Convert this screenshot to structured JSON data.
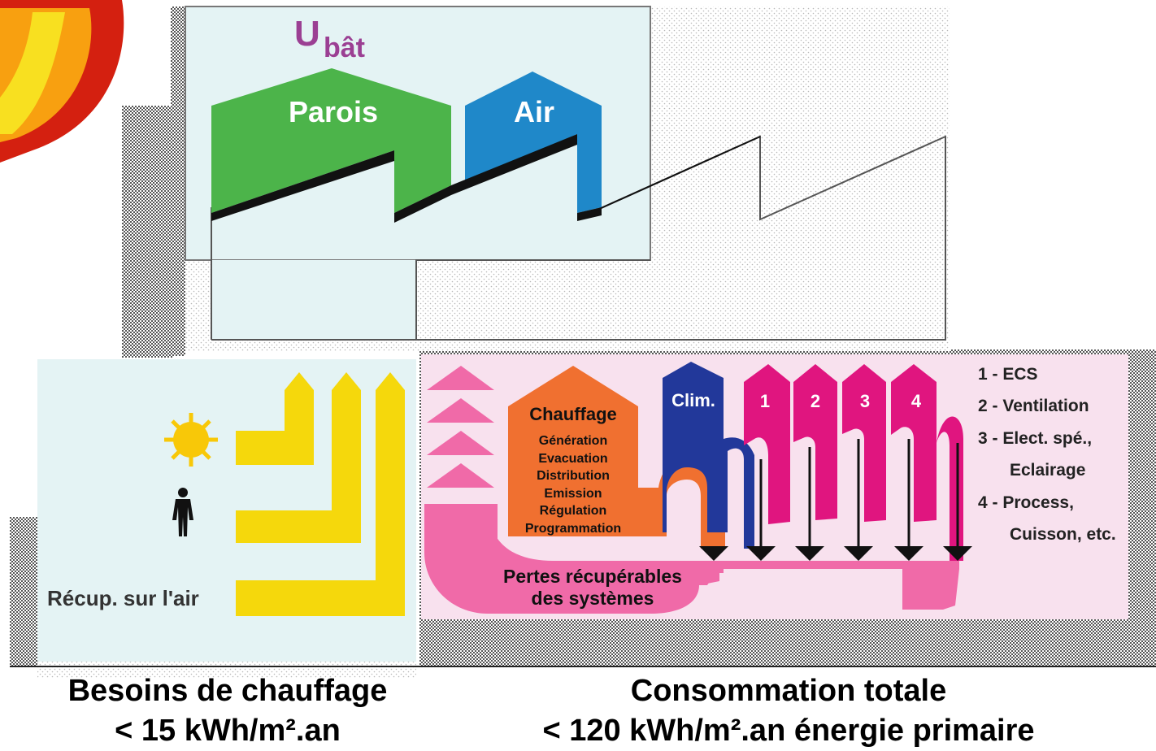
{
  "colors": {
    "green": "#4cb44a",
    "blue": "#1f88c9",
    "purple": "#9b3f93",
    "orange": "#f07030",
    "navy": "#22389a",
    "magenta": "#e0157f",
    "pink": "#f06aa8",
    "yellow": "#f5d80c",
    "panel_light": "#e4f3f4",
    "panel_pink": "#f8e1ee"
  },
  "ubat": {
    "letter": "U",
    "subscript": "bât",
    "walls_label": "Parois",
    "air_label": "Air"
  },
  "needs": {
    "recovery_label": "Récup. sur l'air",
    "sun_icon": "sun-icon",
    "person_icon": "person-icon"
  },
  "consumption": {
    "heating_title": "Chauffage",
    "heating_items": [
      "Génération",
      "Evacuation",
      "Distribution",
      "Emission",
      "Régulation",
      "Programmation"
    ],
    "clim_label": "Clim.",
    "numbered": [
      "1",
      "2",
      "3",
      "4"
    ],
    "losses_line1": "Pertes récupérables",
    "losses_line2": "des systèmes"
  },
  "legend": [
    "1 - ECS",
    "2 - Ventilation",
    "3 - Elect. spé.,",
    "Eclairage",
    "4 - Process,",
    "Cuisson, etc."
  ],
  "captions": {
    "left_title": "Besoins de chauffage",
    "left_value": "< 15 kWh/m².an",
    "right_title": "Consommation totale",
    "right_value": "< 120 kWh/m².an énergie primaire"
  }
}
